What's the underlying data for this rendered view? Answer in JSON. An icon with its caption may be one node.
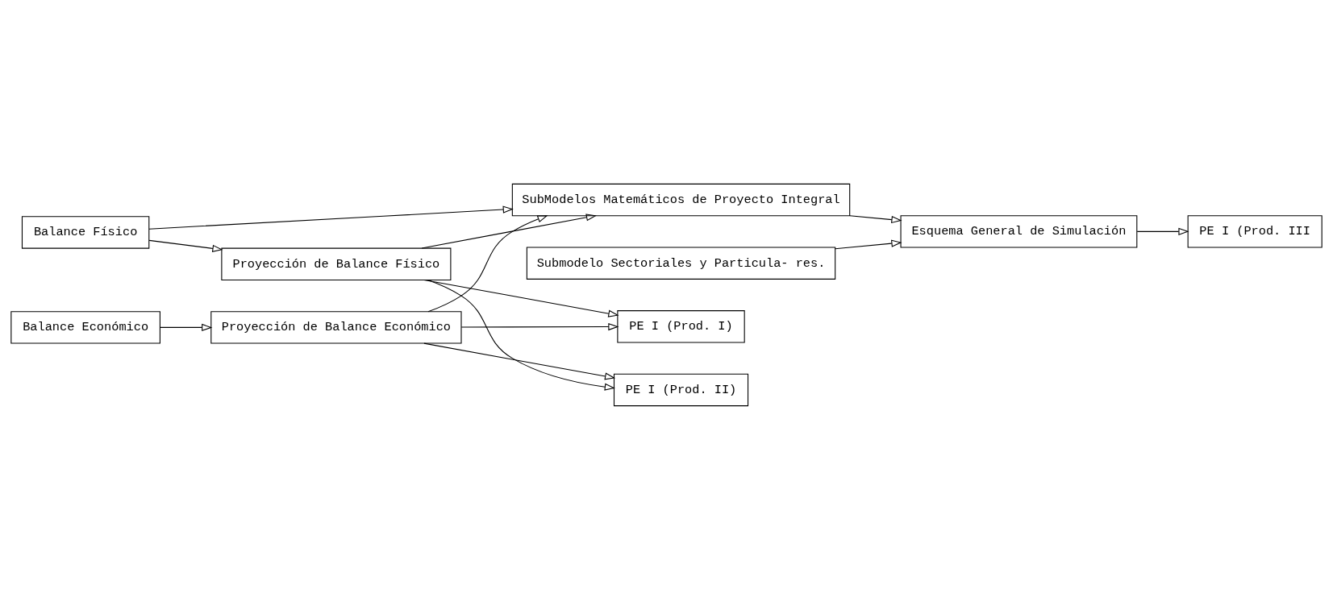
{
  "diagram": {
    "nodes": [
      {
        "text": [
          "Balance Físico"
        ]
      },
      {
        "text": [
          "Proyección de Balance Físico"
        ]
      },
      {
        "text": [
          "SubModelos Matemáticos de Proyecto Integral"
        ]
      },
      {
        "text": [
          "Esquema General de Simulación"
        ]
      },
      {
        "text": [
          "Submodelo Sectoriales y Particula- res."
        ]
      },
      {
        "text": [
          "PE I (Prod. I)"
        ]
      },
      {
        "text": [
          "PE I (Prod. II)"
        ]
      },
      {
        "text": [
          "PE I (Prod. III"
        ]
      },
      {
        "text": [
          "Balance Económico"
        ]
      },
      {
        "text": [
          "Proyección de Balance Económico"
        ]
      }
    ],
    "edges": [
      {
        "from": 0,
        "to": 2,
        "arrow": "to"
      },
      {
        "from": 0,
        "to": 1,
        "arrow": "to"
      },
      {
        "from": 1,
        "to": 2,
        "arrow": "to"
      },
      {
        "from": 1,
        "to": 5,
        "arrow": "to"
      },
      {
        "from": 1,
        "to": 6,
        "arrow": "to"
      },
      {
        "from": 9,
        "to": 2,
        "arrow": "to"
      },
      {
        "from": 9,
        "to": 5,
        "arrow": "to"
      },
      {
        "from": 9,
        "to": 6,
        "arrow": "to"
      },
      {
        "from": 2,
        "to": 3,
        "arrow": "to"
      },
      {
        "from": 4,
        "to": 3,
        "arrow": "to"
      },
      {
        "from": 3,
        "to": 7,
        "arrow": "to"
      },
      {
        "from": 8,
        "to": 9,
        "arrow": "to"
      }
    ]
  }
}
